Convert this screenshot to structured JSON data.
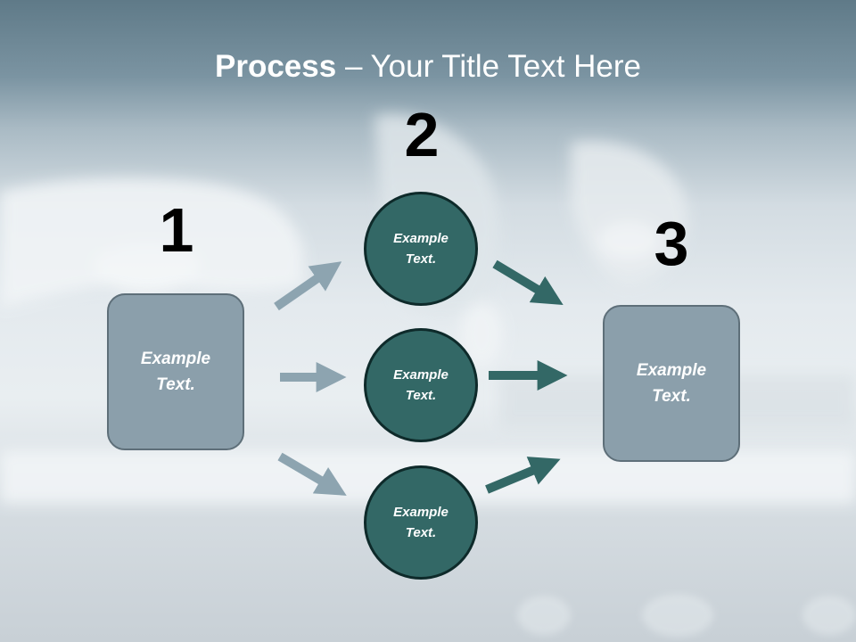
{
  "title": {
    "bold": "Process",
    "rest": " – Your Title Text Here"
  },
  "steps": {
    "one": "1",
    "two": "2",
    "three": "3"
  },
  "boxes": {
    "left": {
      "line1": "Example",
      "line2": "Text."
    },
    "right": {
      "line1": "Example",
      "line2": "Text."
    }
  },
  "circles": [
    {
      "line1": "Example",
      "line2": "Text."
    },
    {
      "line1": "Example",
      "line2": "Text."
    },
    {
      "line1": "Example",
      "line2": "Text."
    }
  ],
  "colors": {
    "box_fill": "#8b9fab",
    "circle_fill": "#336866",
    "arrow_light": "#8da4b0",
    "arrow_dark": "#336866",
    "title_text": "#ffffff"
  }
}
